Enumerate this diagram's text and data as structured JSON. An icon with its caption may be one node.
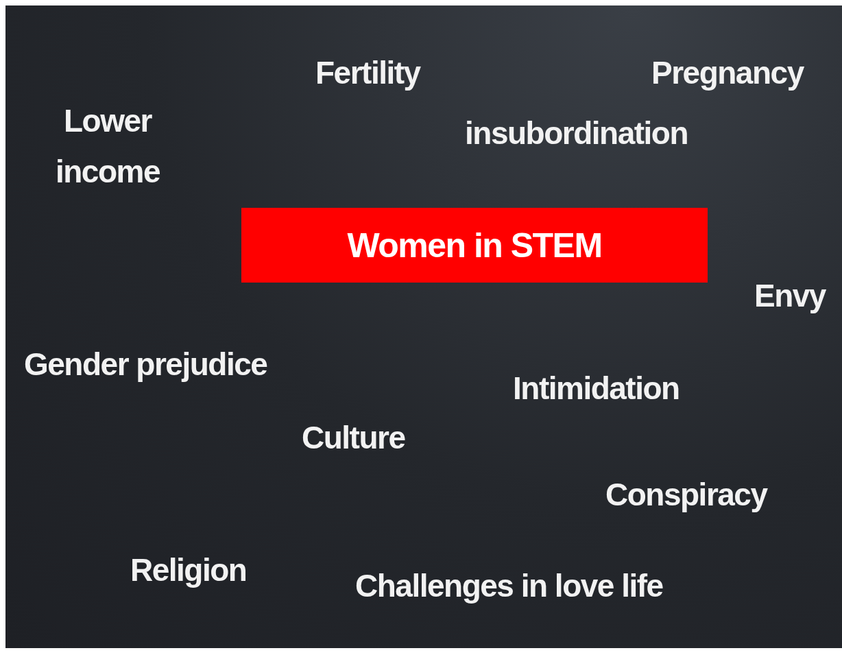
{
  "diagram": {
    "nodes": [
      {
        "text": [
          "Women in STEM"
        ]
      }
    ],
    "labels": [
      "Fertility",
      "Pregnancy",
      "Lower income",
      "insubordination",
      "Envy",
      "Gender prejudice",
      "Intimidation",
      "Culture",
      "Conspiracy",
      "Religion",
      "Challenges in love life"
    ]
  }
}
